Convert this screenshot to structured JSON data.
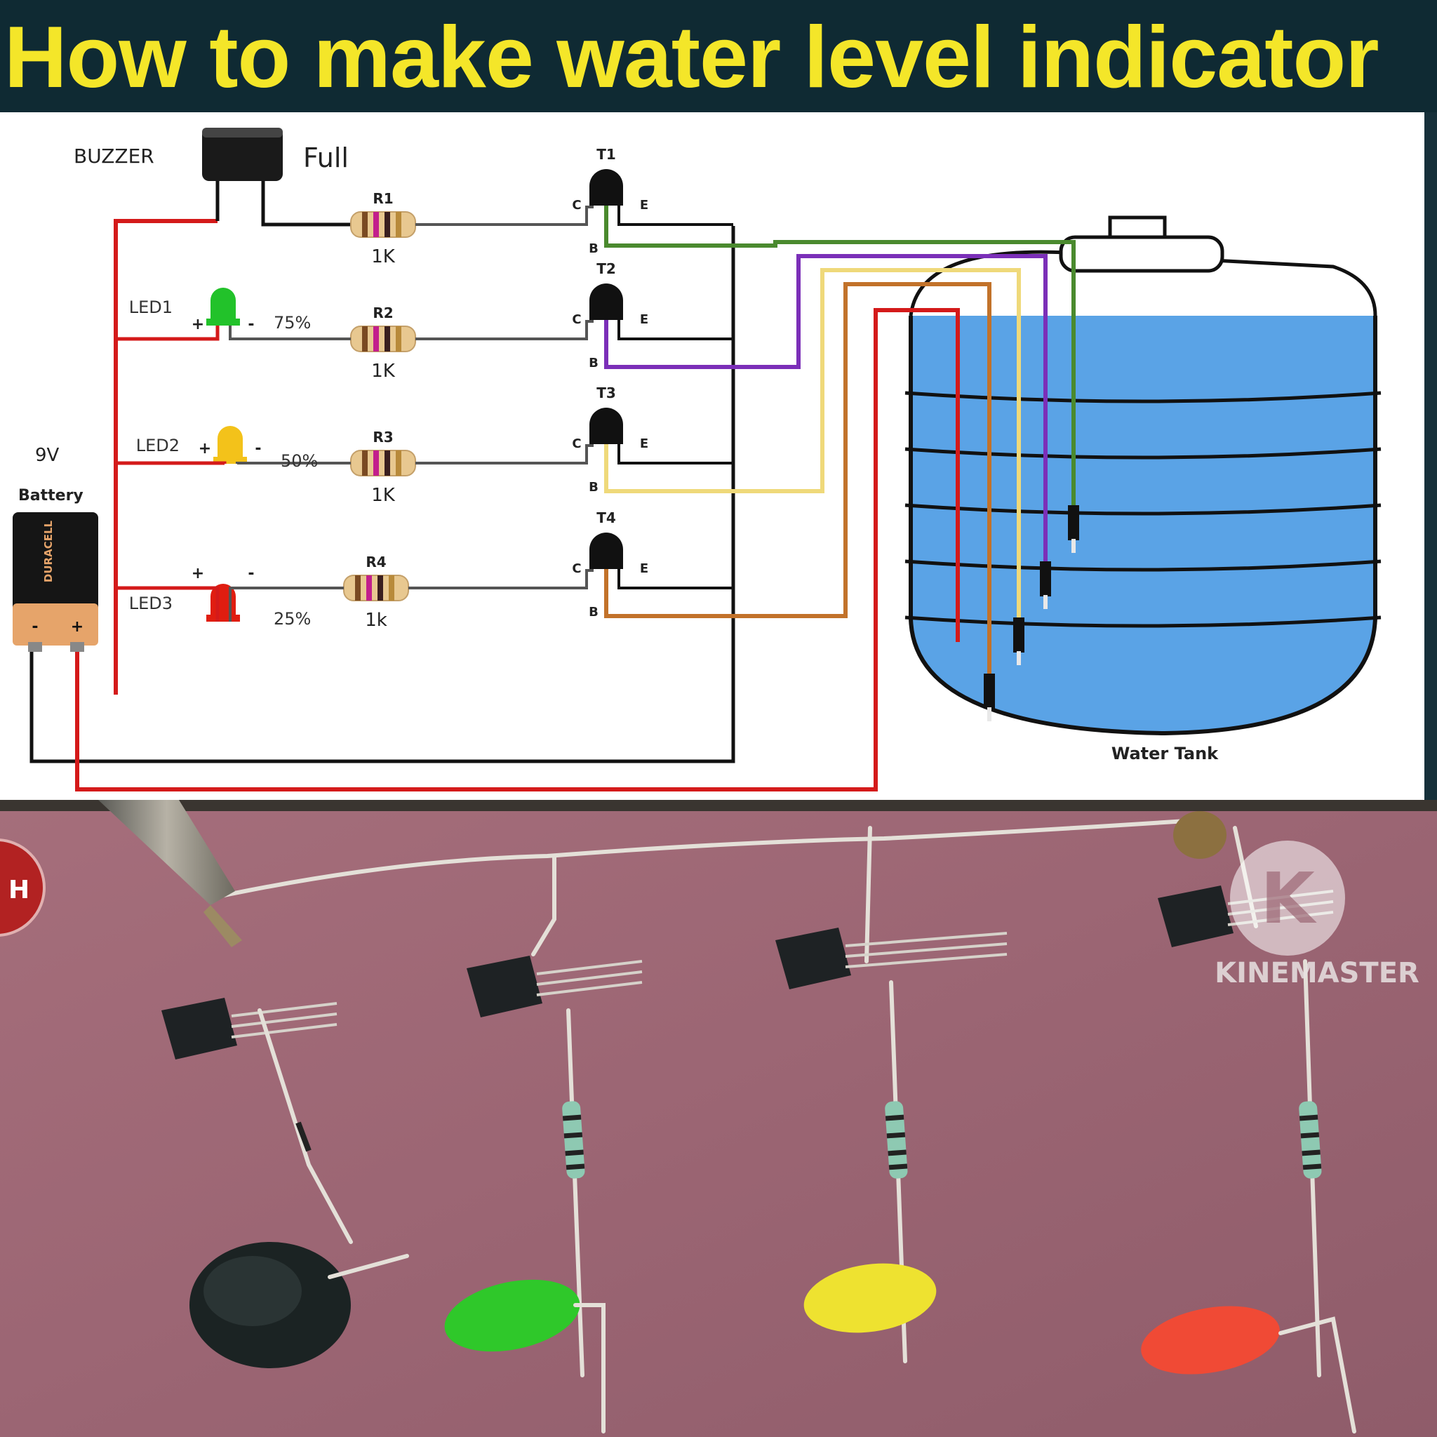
{
  "title": "How to make water level indicator",
  "diagram": {
    "buzzer_label": "BUZZER",
    "full_label": "Full",
    "battery_voltage": "9V",
    "battery_label": "Battery",
    "battery_brand": "DURACELL",
    "battery_minus": "-",
    "battery_plus": "+",
    "tank_label": "Water Tank",
    "pin_c": "C",
    "pin_e": "E",
    "pin_b": "B",
    "plus_sign": "+",
    "minus_sign": "-",
    "stages": [
      {
        "transistor": "T1",
        "resistor": "R1",
        "resistor_value": "1K",
        "led": "",
        "level": "",
        "wire_color": "#4a8a2e"
      },
      {
        "transistor": "T2",
        "resistor": "R2",
        "resistor_value": "1K",
        "led": "LED1",
        "level": "75%",
        "led_color": "#22c22a",
        "wire_color": "#7b2fb8"
      },
      {
        "transistor": "T3",
        "resistor": "R3",
        "resistor_value": "1K",
        "led": "LED2",
        "level": "50%",
        "led_color": "#f3c21a",
        "wire_color": "#efd97a"
      },
      {
        "transistor": "T4",
        "resistor": "R4",
        "resistor_value": "1k",
        "led": "LED3",
        "level": "25%",
        "led_color": "#e01d10",
        "wire_color": "#c2722a"
      }
    ],
    "colors": {
      "positive_wire": "#d41a1a",
      "ground_wire": "#111111",
      "water": "#5aa3e6",
      "title_text": "#f4e629"
    }
  },
  "photo": {
    "watermark": "KINEMASTER",
    "watermark_logo": "K",
    "badge_letter": "H",
    "background_color": "#9c6775"
  }
}
